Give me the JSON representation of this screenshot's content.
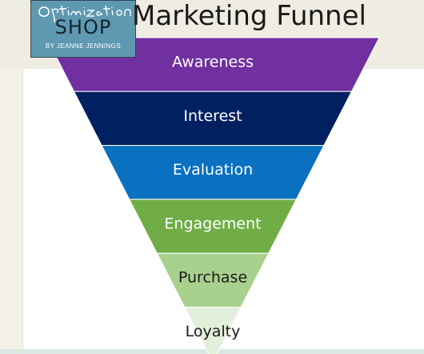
{
  "logo": {
    "script_text": "Optimization",
    "shop_text": "SHOP",
    "byline": "BY JEANNE JENNINGS",
    "background_color": "#5f98b1"
  },
  "title": "Marketing Funnel",
  "funnel": {
    "stages": [
      {
        "label": "Awareness",
        "color": "#7030a0",
        "text_color": "#ffffff"
      },
      {
        "label": "Interest",
        "color": "#002060",
        "text_color": "#ffffff"
      },
      {
        "label": "Evaluation",
        "color": "#0a70c0",
        "text_color": "#ffffff"
      },
      {
        "label": "Engagement",
        "color": "#70ad47",
        "text_color": "#ffffff"
      },
      {
        "label": "Purchase",
        "color": "#a9d18e",
        "text_color": "#1a1a1a"
      },
      {
        "label": "Loyalty",
        "color": "#e2efda",
        "text_color": "#1a1a1a"
      }
    ]
  }
}
